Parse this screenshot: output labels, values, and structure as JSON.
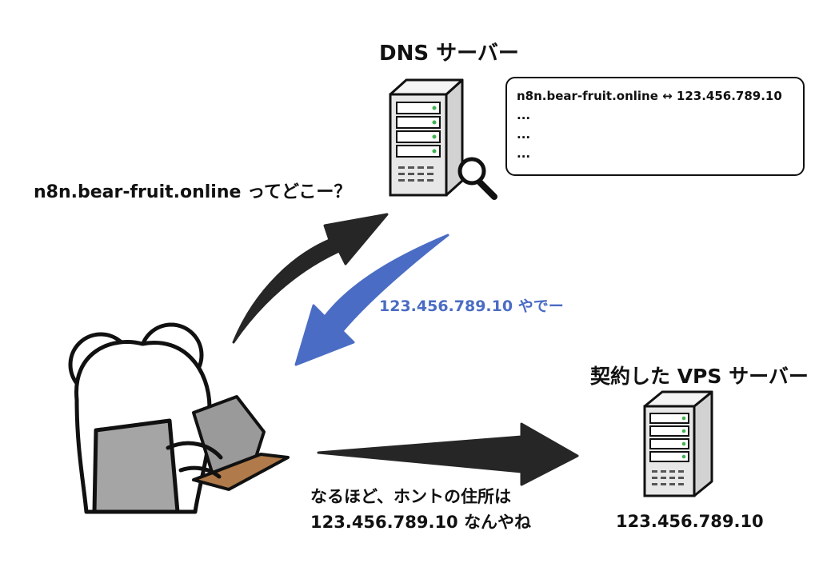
{
  "dns_server": {
    "title": "DNS サーバー",
    "table_rows": [
      "n8n.bear-fruit.online ↔ 123.456.789.10",
      "...",
      "...",
      "..."
    ]
  },
  "query": {
    "text": "n8n.bear-fruit.online ってどこー？"
  },
  "answer": {
    "text": "123.456.789.10 やでー",
    "color": "#4a6cc4"
  },
  "vps_server": {
    "title": "契約した VPS サーバー",
    "ip": "123.456.789.10"
  },
  "realization": {
    "line1": "なるほど、ホントの住所は",
    "line2": "123.456.789.10 なんやね"
  },
  "icons": {
    "dns_server": "server-tower-icon",
    "magnifier": "magnifying-glass-icon",
    "vps_server": "server-tower-icon",
    "user": "bear-with-laptop-illustration"
  },
  "colors": {
    "arrow_dark": "#262626",
    "arrow_blue": "#4a6cc4",
    "server_body": "#e7e7e7",
    "laptop_grey": "#9a9a9a",
    "laptop_base": "#b07a4a"
  }
}
